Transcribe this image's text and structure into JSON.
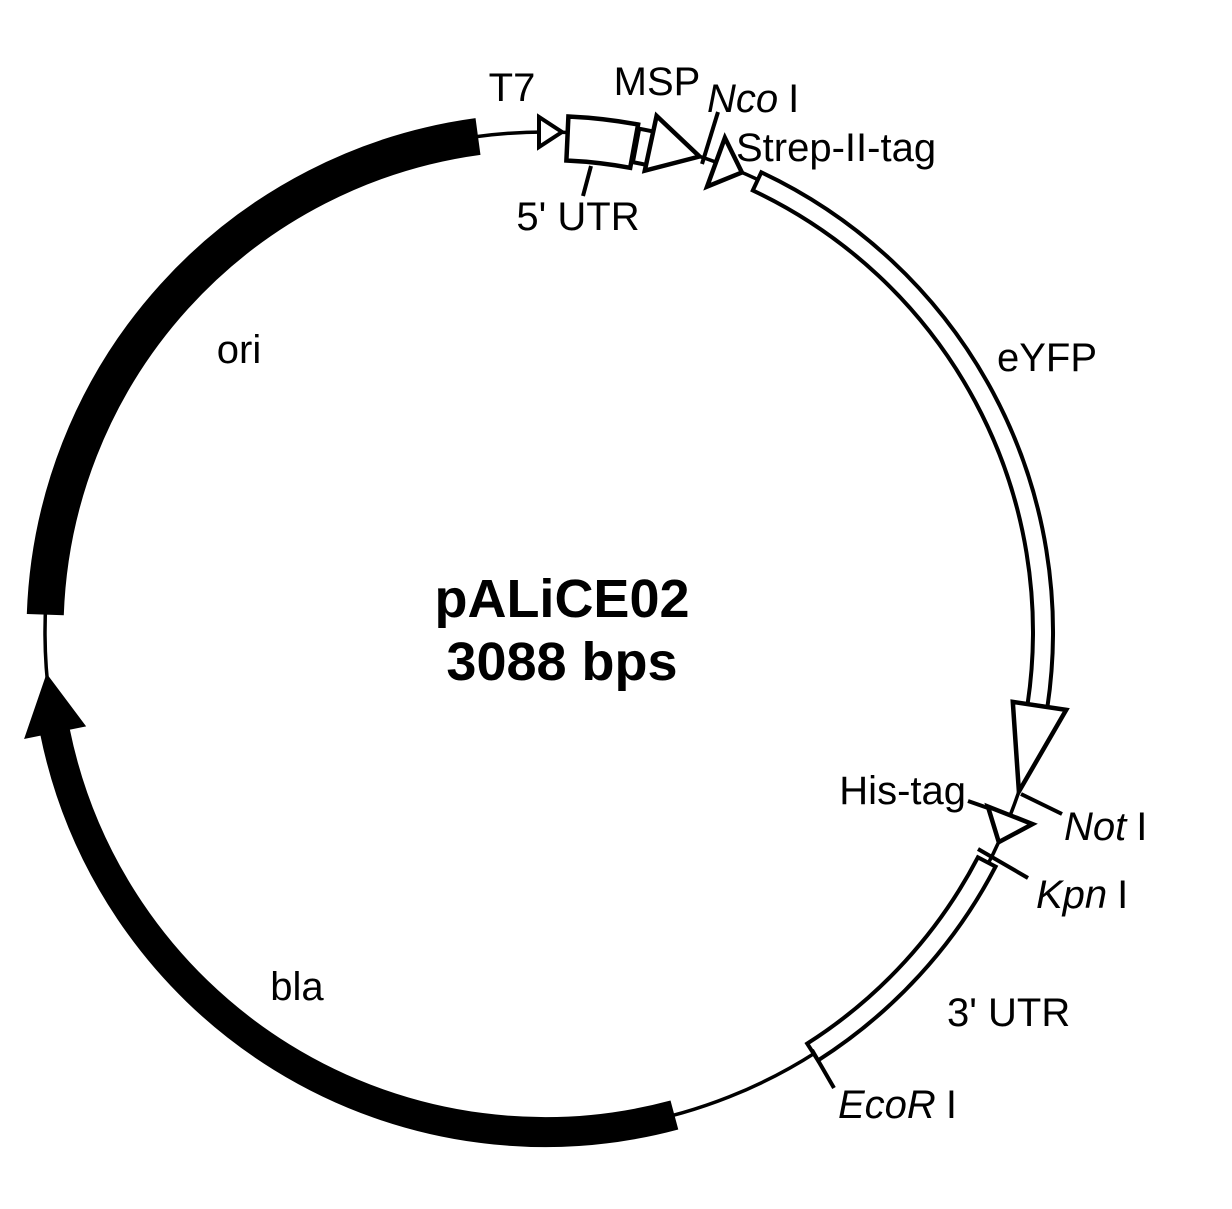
{
  "title": {
    "name": "pALiCE02",
    "size": "3088 bps"
  },
  "features": {
    "t7": {
      "label": "T7",
      "type": "promoter-arrow"
    },
    "utr5": {
      "label": "5' UTR",
      "type": "open-box"
    },
    "msp": {
      "label": "MSP",
      "type": "open-arrow"
    },
    "strep": {
      "label": "Strep-II-tag",
      "type": "open-arrow"
    },
    "eyfp": {
      "label": "eYFP",
      "type": "open-arc-arrow"
    },
    "his": {
      "label": "His-tag",
      "type": "open-arrow"
    },
    "utr3": {
      "label": "3' UTR",
      "type": "open-arc"
    },
    "bla": {
      "label": "bla",
      "type": "filled-arc-arrow"
    },
    "ori": {
      "label": "ori",
      "type": "filled-arc"
    }
  },
  "restriction_sites": {
    "nco": {
      "enzyme": "Nco",
      "site": "I"
    },
    "not": {
      "enzyme": "Not",
      "site": "I"
    },
    "kpn": {
      "enzyme": "Kpn",
      "site": "I"
    },
    "ecor": {
      "enzyme": "EcoR",
      "site": "I"
    }
  },
  "colors": {
    "ink": "#000000",
    "background": "#ffffff"
  }
}
